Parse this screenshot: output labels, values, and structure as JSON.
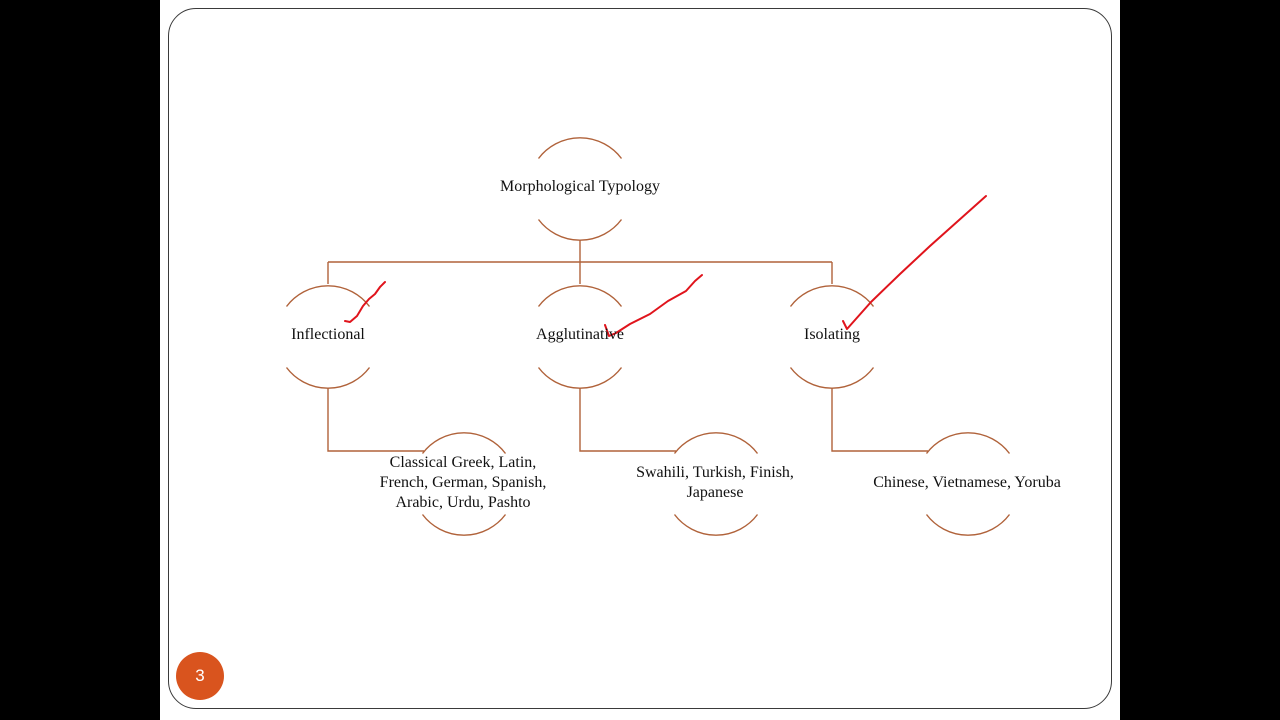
{
  "slide": {
    "page_number": "3"
  },
  "diagram": {
    "root": {
      "label": "Morphological Typology"
    },
    "types": [
      {
        "label": "Inflectional",
        "examples": [
          "Classical Greek, Latin,",
          "French, German, Spanish,",
          "Arabic, Urdu, Pashto"
        ]
      },
      {
        "label": "Agglutinative",
        "examples": [
          "Swahili, Turkish, Finish,",
          "Japanese"
        ]
      },
      {
        "label": "Isolating",
        "examples": [
          "Chinese, Vietnamese, Yoruba"
        ]
      }
    ]
  },
  "colors": {
    "connector": "#b0623a",
    "annotation": "#e0141c",
    "badge": "#d9541e"
  },
  "annotations": [
    "tick-mark",
    "tick-mark",
    "tick-mark"
  ]
}
